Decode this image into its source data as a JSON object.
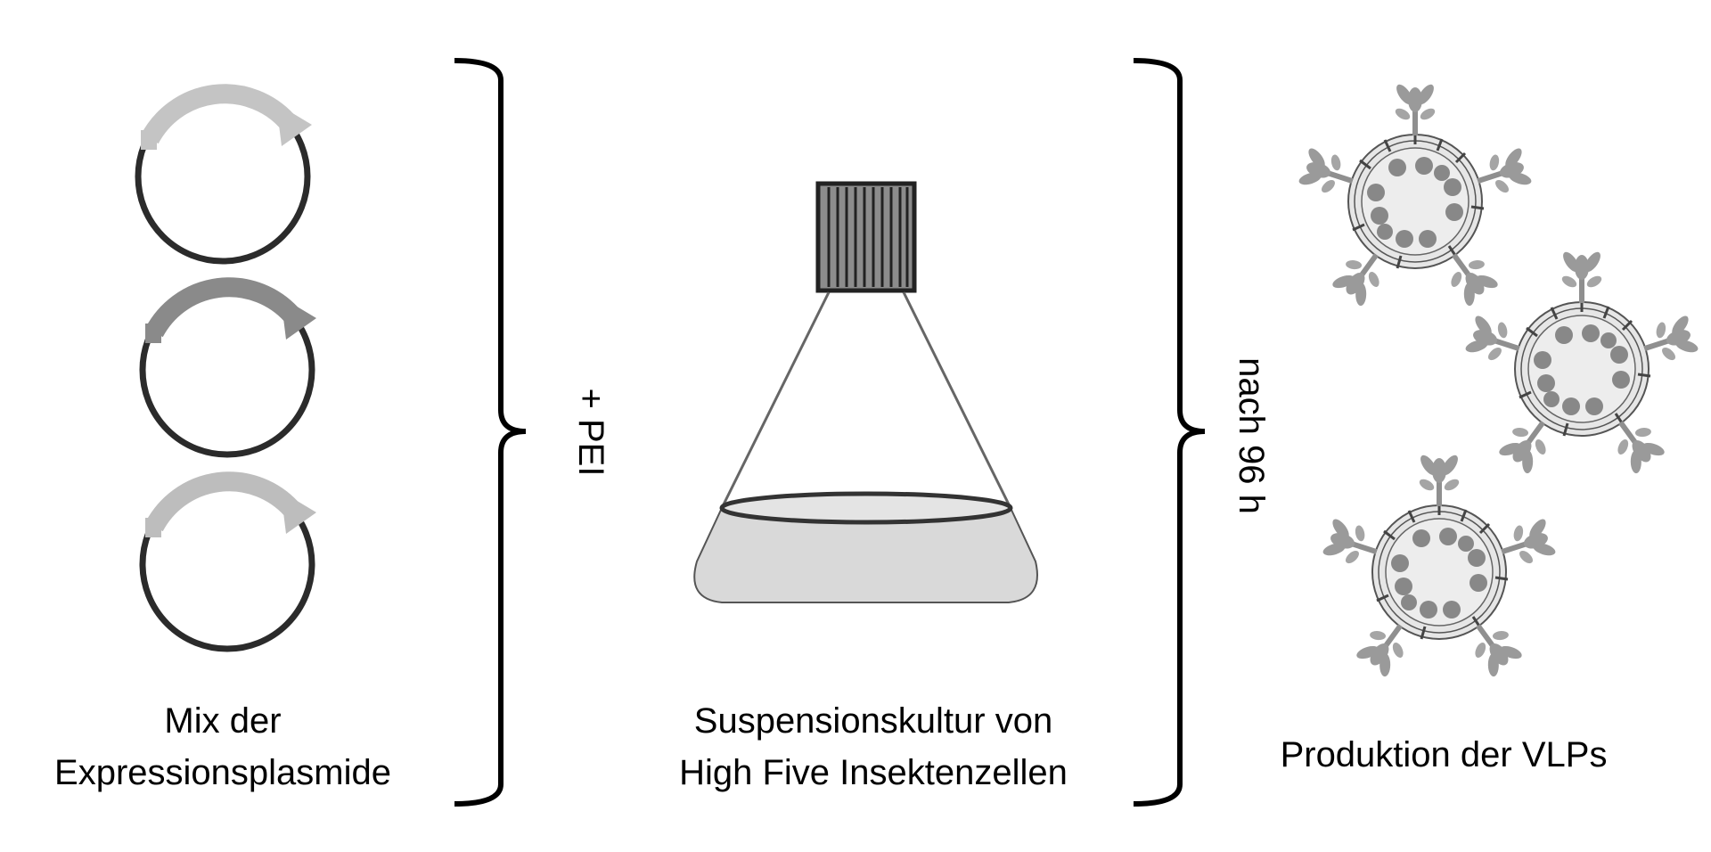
{
  "labels": {
    "plasmid_mix_line1": "Mix der",
    "plasmid_mix_line2": "Expressionsplasmide",
    "pei": "+ PEI",
    "culture_line1": "Suspensionskultur von",
    "culture_line2": "High Five Insektenzellen",
    "time": "nach 96 h",
    "production": "Produktion der VLPs"
  },
  "colors": {
    "plasmid_ring": "#2b2b2b",
    "arrow_light": "#c4c4c4",
    "arrow_dark": "#8a8a8a",
    "arrow_medium": "#bdbdbd",
    "flask_liquid": "#d9d9d9",
    "cap_fill": "#8c8c8c",
    "vlp_fill": "#e6e6e6",
    "vlp_core_dot": "#888888",
    "vlp_spike": "#9a9a9a"
  }
}
